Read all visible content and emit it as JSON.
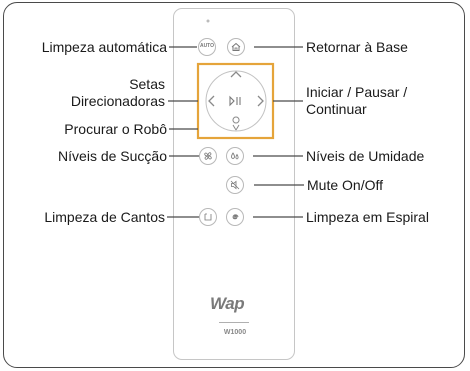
{
  "labels": {
    "auto_clean": "Limpeza automática",
    "return_base": "Retornar à Base",
    "arrows_line1": "Setas",
    "arrows_line2": "Direcionadoras",
    "start_line1": "Iniciar / Pausar /",
    "start_line2": "Continuar",
    "find_robot": "Procurar o Robô",
    "suction": "Níveis de Sucção",
    "humidity": "Níveis de Umidade",
    "mute": "Mute On/Off",
    "corners": "Limpeza de Cantos",
    "spiral": "Limpeza em Espiral"
  },
  "remote": {
    "auto_button_text": "AUTO",
    "brand": "Wap",
    "model": "W1000"
  },
  "colors": {
    "highlight_box": "#e5a43a",
    "connector_line": "#4a4a4a",
    "frame": "#4a4a4a"
  }
}
